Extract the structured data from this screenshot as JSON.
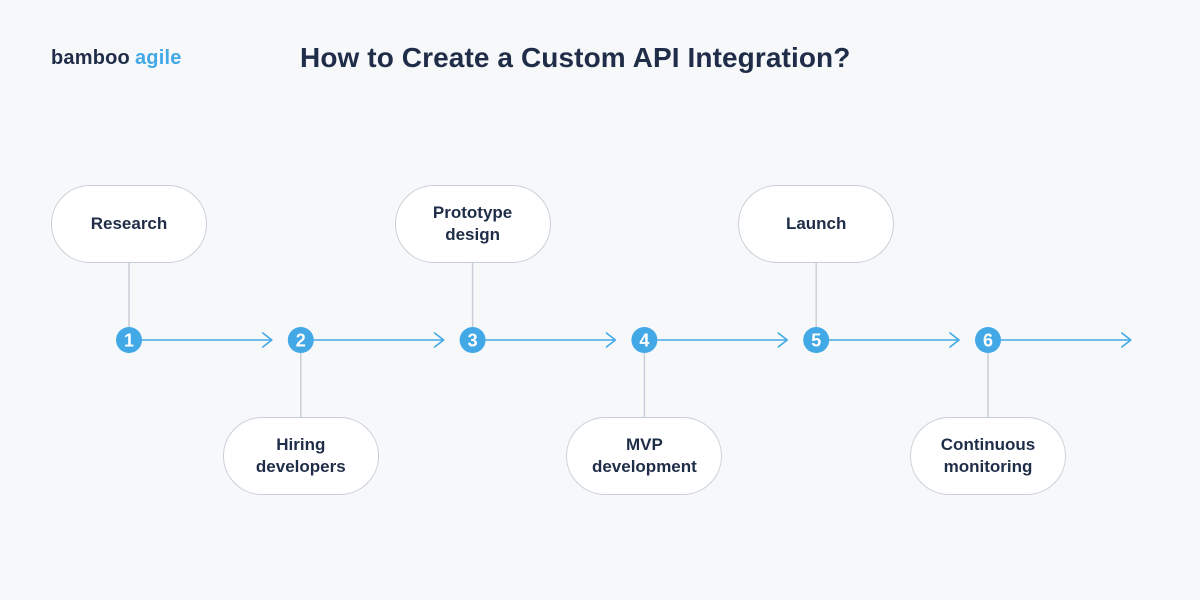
{
  "logo": {
    "word1": "bamboo",
    "word2": "agile"
  },
  "title": "How to Create a Custom API Integration?",
  "colors": {
    "accent": "#43a9e6",
    "text_dark": "#1f2d48",
    "card_border": "#c9cfd8",
    "connector": "#c9cfd8",
    "background": "#f7f8fa"
  },
  "steps": [
    {
      "number": "1",
      "label": "Research",
      "position": "above"
    },
    {
      "number": "2",
      "label": "Hiring\ndevelopers",
      "position": "below"
    },
    {
      "number": "3",
      "label": "Prototype\ndesign",
      "position": "above"
    },
    {
      "number": "4",
      "label": "MVP\ndevelopment",
      "position": "below"
    },
    {
      "number": "5",
      "label": "Launch",
      "position": "above"
    },
    {
      "number": "6",
      "label": "Continuous\nmonitoring",
      "position": "below"
    }
  ]
}
